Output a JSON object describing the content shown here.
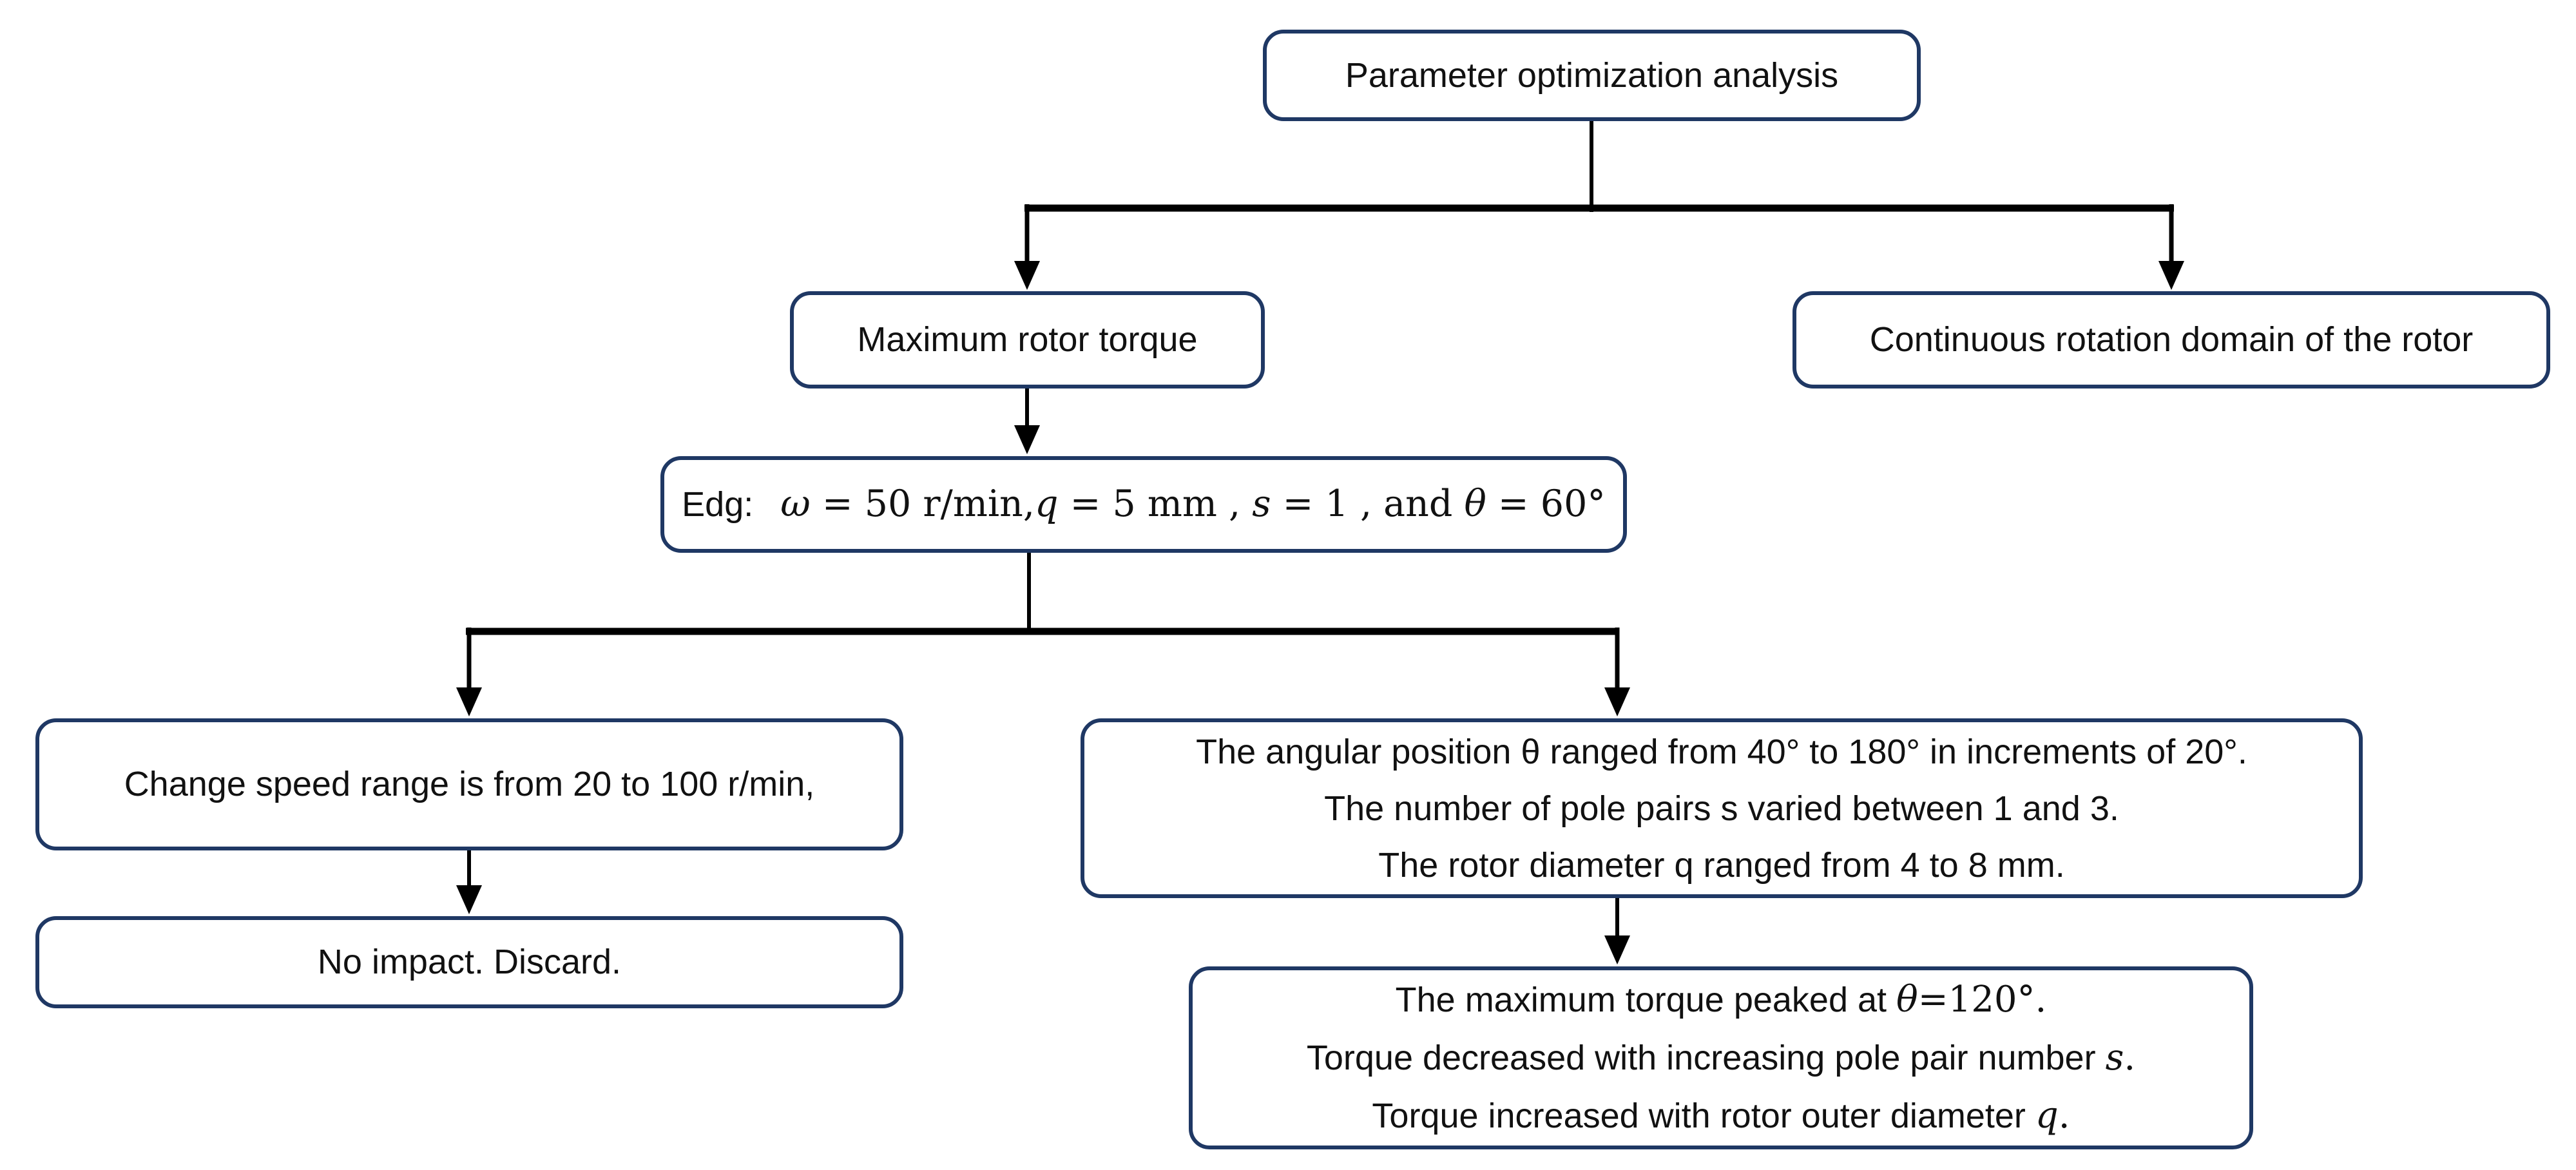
{
  "colors": {
    "node_border": "#1f3864",
    "connector": "#000000",
    "background": "#ffffff"
  },
  "nodes": {
    "root": {
      "label": "Parameter optimization analysis"
    },
    "max_torque": {
      "label": "Maximum rotor torque"
    },
    "continuous": {
      "label": "Continuous rotation domain of the rotor"
    },
    "edg": {
      "label": "Edg:",
      "m0": "ω",
      "m1": " = 50 r/min,",
      "m2": "q",
      "m3": " = 5 mm , ",
      "m4": "s",
      "m5": " = 1 , and ",
      "m6": "θ",
      "m7": " = 60°"
    },
    "speed": {
      "label": "Change speed range is from 20 to 100 r/min,"
    },
    "no_impact": {
      "label": "No impact. Discard."
    },
    "sweep": {
      "line1": "The angular position θ ranged from 40° to 180° in increments of 20°.",
      "line2": "The number of pole pairs s varied between 1 and 3.",
      "line3": "The rotor diameter q ranged from 4 to 8 mm."
    },
    "result": {
      "line1_pre": "The maximum torque peaked at ",
      "line1_var": "θ",
      "line1_post": "=120°.",
      "line2_pre": "Torque decreased with increasing pole pair number ",
      "line2_var": "s",
      "line2_post": ".",
      "line3_pre": "Torque increased with rotor outer diameter ",
      "line3_var": "q",
      "line3_post": "."
    }
  }
}
